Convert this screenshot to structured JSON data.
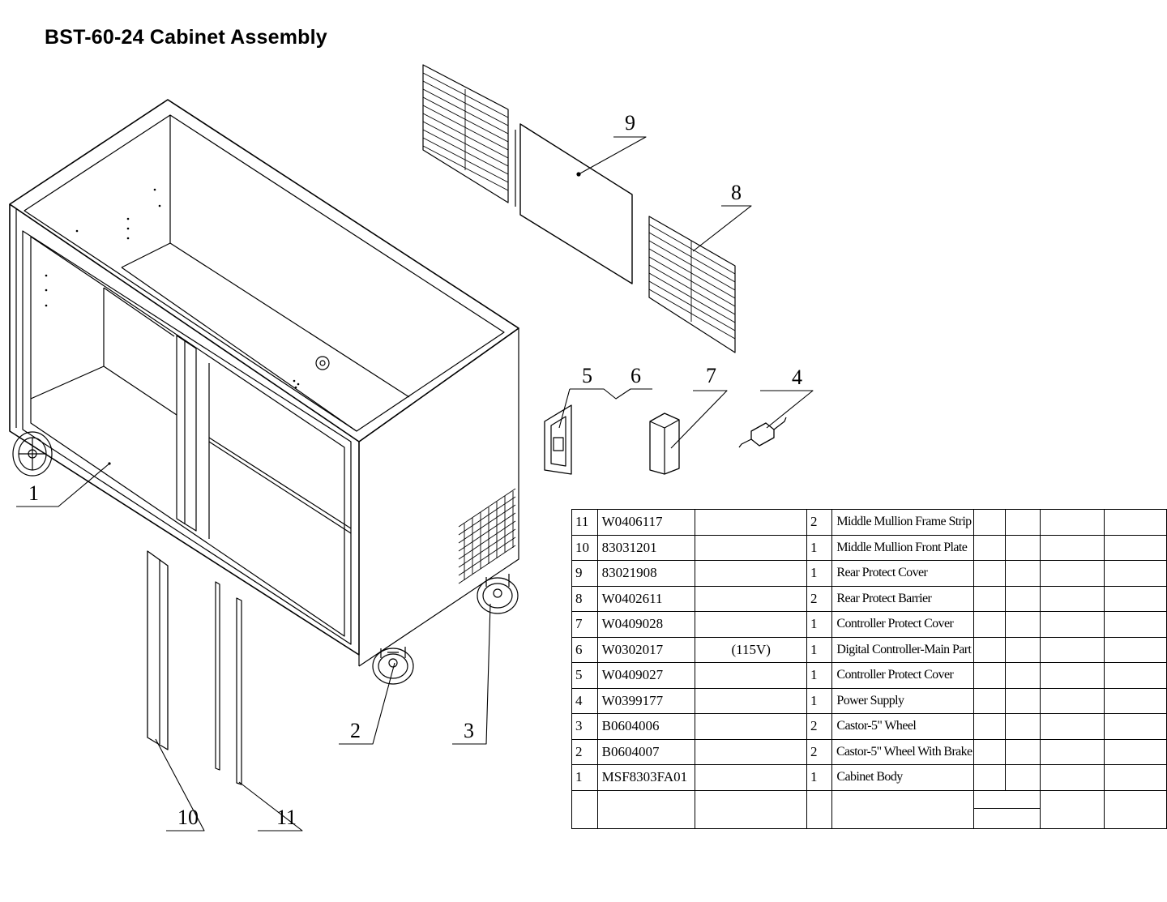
{
  "title": "BST-60-24 Cabinet Assembly",
  "callouts": {
    "c1": "1",
    "c2": "2",
    "c3": "3",
    "c4": "4",
    "c5": "5",
    "c6": "6",
    "c7": "7",
    "c8": "8",
    "c9": "9",
    "c10": "10",
    "c11": "11"
  },
  "parts_table": {
    "rows": [
      {
        "item": "11",
        "part_no": "W0406117",
        "spec": "",
        "qty": "2",
        "name": "Middle Mullion Frame Strip"
      },
      {
        "item": "10",
        "part_no": "83031201",
        "spec": "",
        "qty": "1",
        "name": "Middle Mullion Front Plate"
      },
      {
        "item": "9",
        "part_no": "83021908",
        "spec": "",
        "qty": "1",
        "name": "Rear Protect Cover"
      },
      {
        "item": "8",
        "part_no": "W0402611",
        "spec": "",
        "qty": "2",
        "name": "Rear Protect Barrier"
      },
      {
        "item": "7",
        "part_no": "W0409028",
        "spec": "",
        "qty": "1",
        "name": "Controller Protect Cover"
      },
      {
        "item": "6",
        "part_no": "W0302017",
        "spec": "(115V)",
        "qty": "1",
        "name": "Digital Controller-Main Part"
      },
      {
        "item": "5",
        "part_no": "W0409027",
        "spec": "",
        "qty": "1",
        "name": "Controller Protect Cover"
      },
      {
        "item": "4",
        "part_no": "W0399177",
        "spec": "",
        "qty": "1",
        "name": "Power Supply"
      },
      {
        "item": "3",
        "part_no": "B0604006",
        "spec": "",
        "qty": "2",
        "name": "Castor-5\" Wheel"
      },
      {
        "item": "2",
        "part_no": "B0604007",
        "spec": "",
        "qty": "2",
        "name": "Castor-5\" Wheel With Brake"
      },
      {
        "item": "1",
        "part_no": "MSF8303FA01",
        "spec": "",
        "qty": "1",
        "name": "Cabinet Body"
      }
    ]
  }
}
